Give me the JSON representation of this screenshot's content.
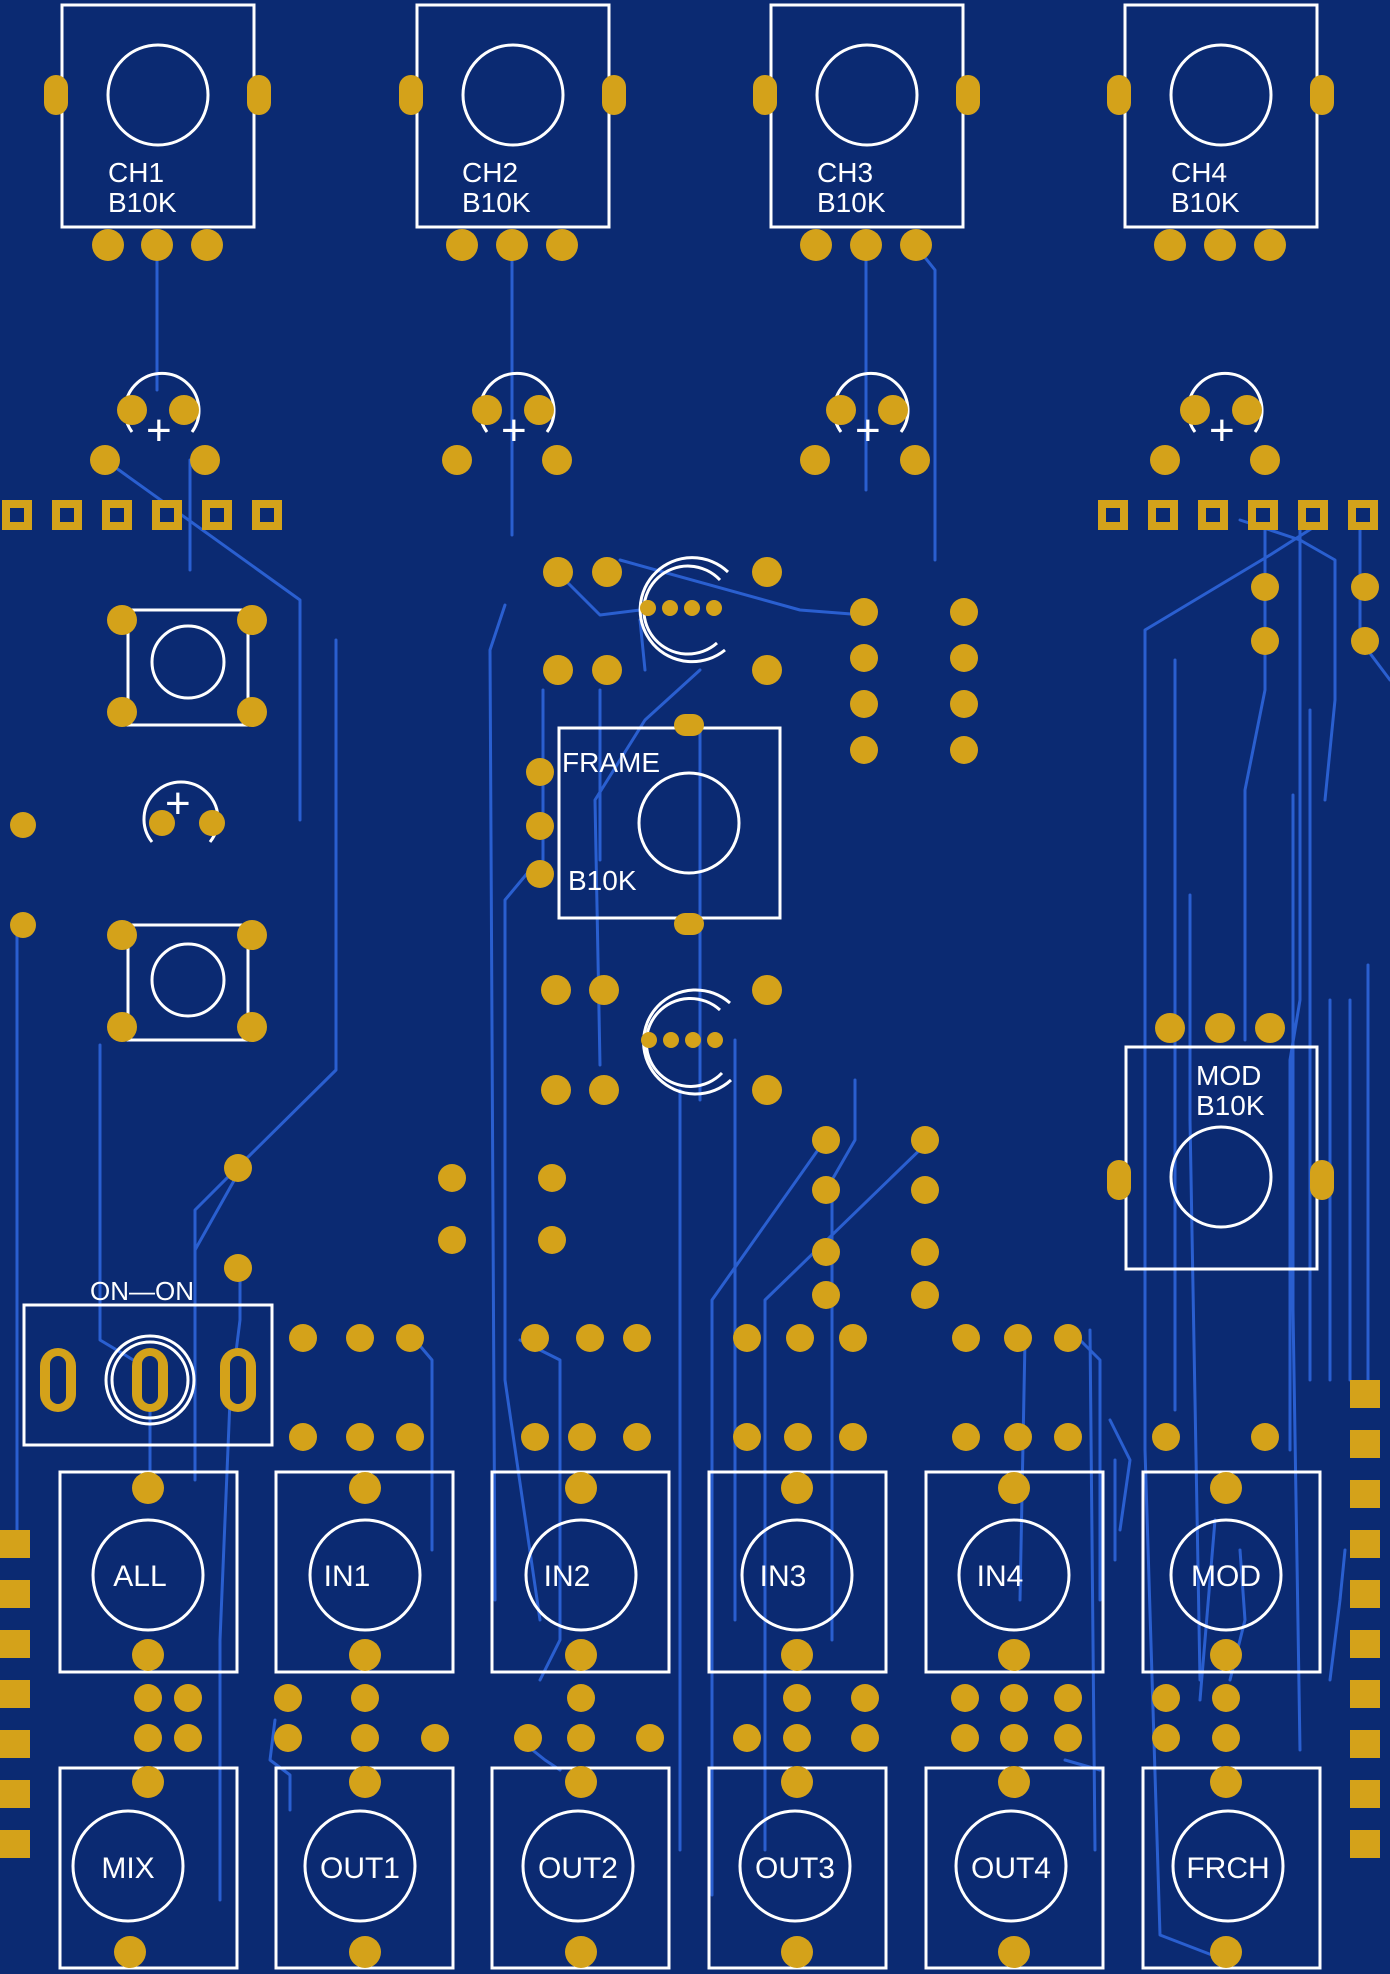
{
  "board": {
    "colors": {
      "substrate": "#0b2a72",
      "trace": "#2a5fd0",
      "pad": "#d4a21a",
      "silkscreen": "#ffffff"
    },
    "pots": {
      "ch1": {
        "name": "CH1",
        "value": "B10K"
      },
      "ch2": {
        "name": "CH2",
        "value": "B10K"
      },
      "ch3": {
        "name": "CH3",
        "value": "B10K"
      },
      "ch4": {
        "name": "CH4",
        "value": "B10K"
      },
      "frame": {
        "name": "FRAME",
        "value": "B10K"
      },
      "mod": {
        "name": "MOD",
        "value": "B10K"
      }
    },
    "switch_label": "ON—ON",
    "jacks": {
      "all": "ALL",
      "in1": "IN1",
      "in2": "IN2",
      "in3": "IN3",
      "in4": "IN4",
      "mod": "MOD",
      "mix": "MIX",
      "out1": "OUT1",
      "out2": "OUT2",
      "out3": "OUT3",
      "out4": "OUT4",
      "frch": "FRCH"
    },
    "plus_sign": "+"
  }
}
